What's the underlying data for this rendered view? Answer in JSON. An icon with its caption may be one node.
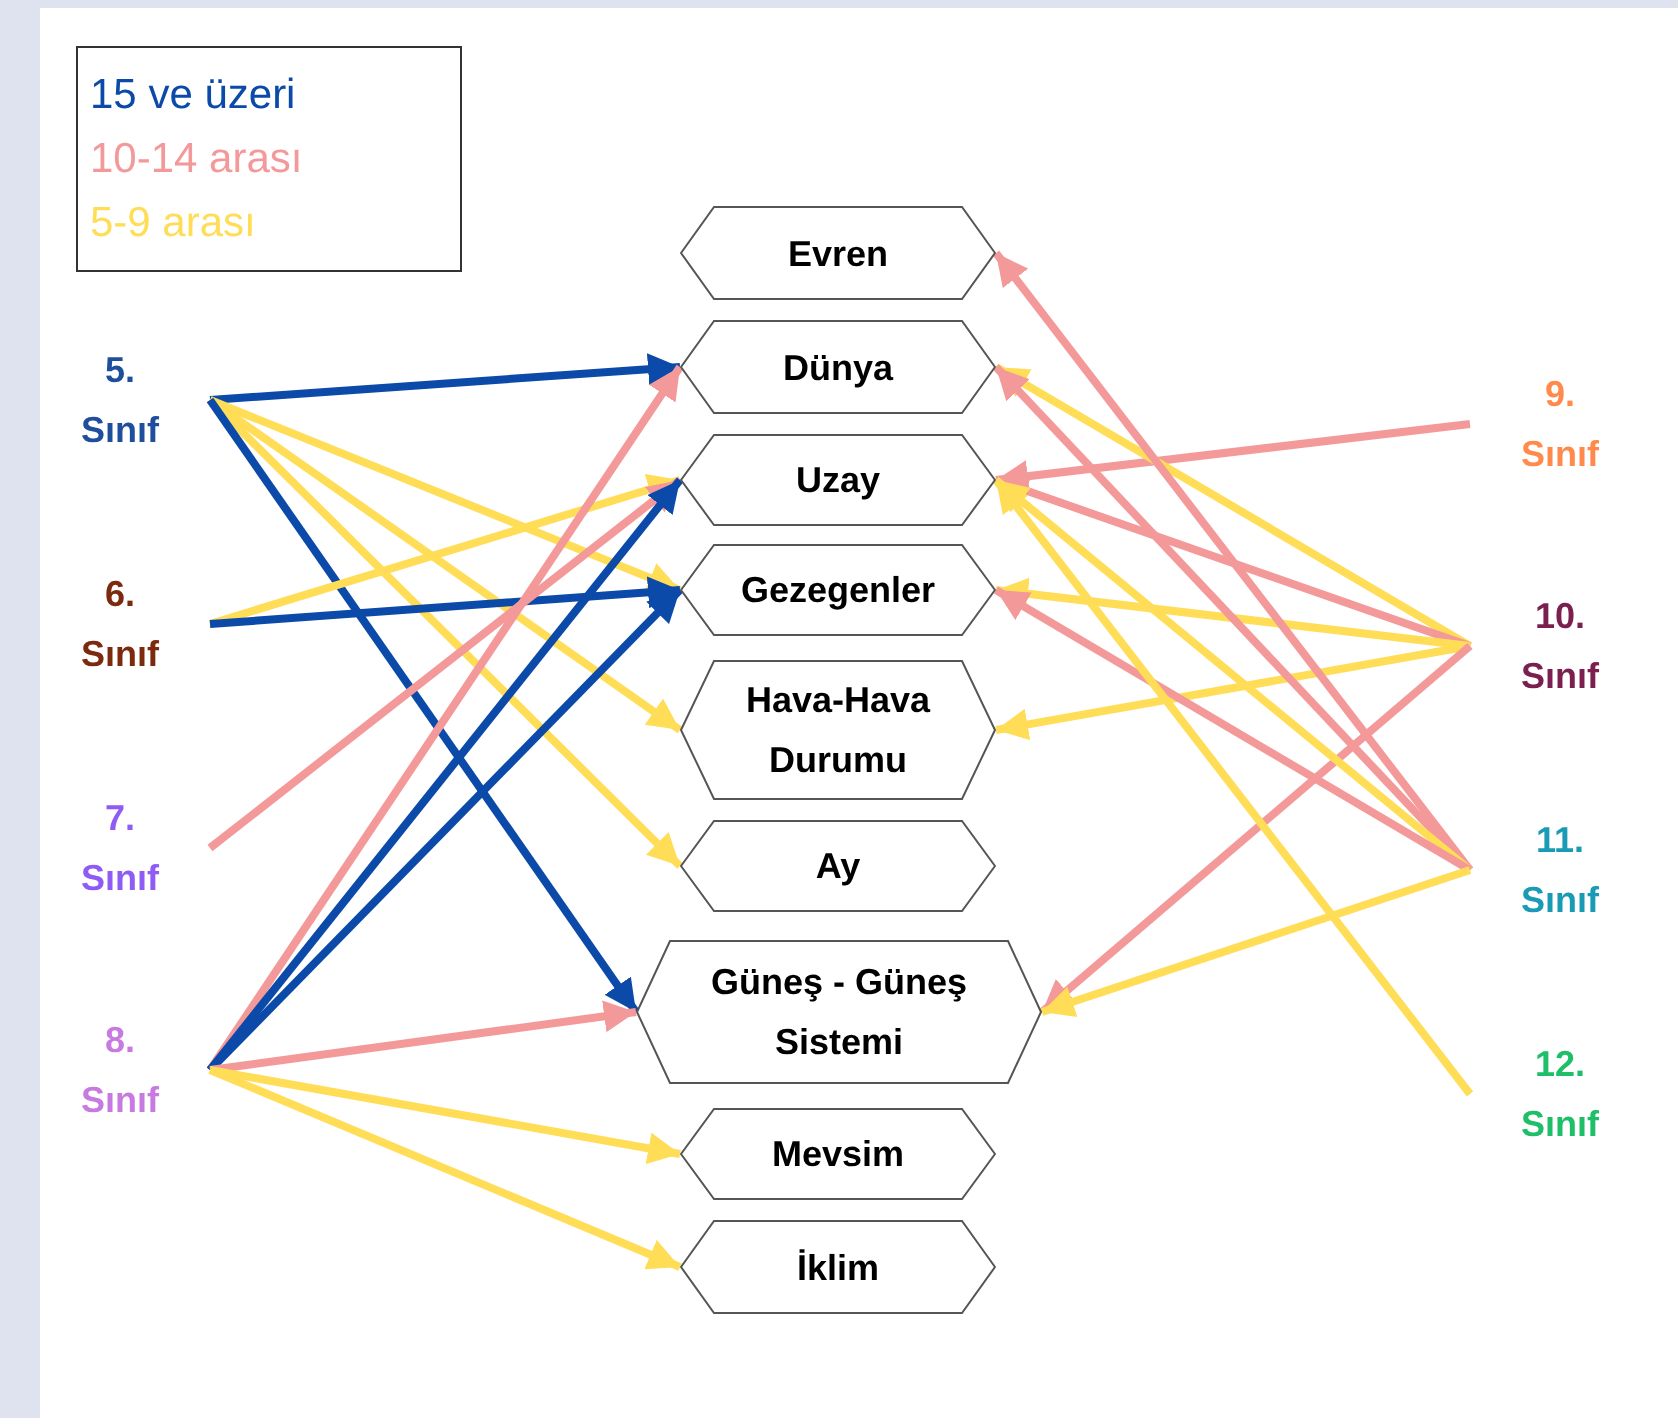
{
  "diagram": {
    "nodes": [
      {
        "text": [
          "Evren"
        ]
      },
      {
        "text": [
          "Dünya"
        ]
      },
      {
        "text": [
          "Uzay"
        ]
      },
      {
        "text": [
          "Gezegenler"
        ]
      },
      {
        "text": [
          "Hava-Hava Durumu"
        ]
      },
      {
        "text": [
          "Ay"
        ]
      },
      {
        "text": [
          "Güneş - Güneş Sistemi"
        ]
      },
      {
        "text": [
          "Mevsim"
        ]
      },
      {
        "text": [
          "İklim"
        ]
      },
      {
        "text": [
          "5. Sınıf"
        ]
      },
      {
        "text": [
          "6. Sınıf"
        ]
      },
      {
        "text": [
          "7. Sınıf"
        ]
      },
      {
        "text": [
          "8. Sınıf"
        ]
      },
      {
        "text": [
          "9. Sınıf"
        ]
      },
      {
        "text": [
          "10. Sınıf"
        ]
      },
      {
        "text": [
          "11. Sınıf"
        ]
      },
      {
        "text": [
          "12. Sınıf"
        ]
      }
    ],
    "edges": [
      {
        "from": 9,
        "to": 1,
        "arrow": "to",
        "color": "#0b4aa8"
      },
      {
        "from": 9,
        "to": 3,
        "arrow": "to",
        "color": "#ffdd57"
      },
      {
        "from": 9,
        "to": 4,
        "arrow": "to",
        "color": "#ffdd57"
      },
      {
        "from": 9,
        "to": 5,
        "arrow": "to",
        "color": "#ffdd57"
      },
      {
        "from": 9,
        "to": 6,
        "arrow": "to",
        "color": "#0b4aa8"
      },
      {
        "from": 10,
        "to": 2,
        "arrow": "to",
        "color": "#ffdd57"
      },
      {
        "from": 10,
        "to": 3,
        "arrow": "to",
        "color": "#0b4aa8"
      },
      {
        "from": 11,
        "to": 2,
        "arrow": "to",
        "color": "#f4999a"
      },
      {
        "from": 12,
        "to": 1,
        "arrow": "to",
        "color": "#f4999a"
      },
      {
        "from": 12,
        "to": 2,
        "arrow": "to",
        "color": "#0b4aa8"
      },
      {
        "from": 12,
        "to": 3,
        "arrow": "to",
        "color": "#0b4aa8"
      },
      {
        "from": 12,
        "to": 6,
        "arrow": "to",
        "color": "#f4999a"
      },
      {
        "from": 12,
        "to": 7,
        "arrow": "to",
        "color": "#ffdd57"
      },
      {
        "from": 12,
        "to": 8,
        "arrow": "to",
        "color": "#ffdd57"
      },
      {
        "from": 13,
        "to": 2,
        "arrow": "to",
        "color": "#f4999a"
      },
      {
        "from": 14,
        "to": 1,
        "arrow": "to",
        "color": "#ffdd57"
      },
      {
        "from": 14,
        "to": 2,
        "arrow": "to",
        "color": "#f4999a"
      },
      {
        "from": 14,
        "to": 3,
        "arrow": "to",
        "color": "#ffdd57"
      },
      {
        "from": 14,
        "to": 4,
        "arrow": "to",
        "color": "#ffdd57"
      },
      {
        "from": 14,
        "to": 6,
        "arrow": "to",
        "color": "#f4999a"
      },
      {
        "from": 15,
        "to": 0,
        "arrow": "to",
        "color": "#f4999a"
      },
      {
        "from": 15,
        "to": 1,
        "arrow": "to",
        "color": "#f4999a"
      },
      {
        "from": 15,
        "to": 2,
        "arrow": "to",
        "color": "#ffdd57"
      },
      {
        "from": 15,
        "to": 3,
        "arrow": "to",
        "color": "#f4999a"
      },
      {
        "from": 15,
        "to": 6,
        "arrow": "to",
        "color": "#ffdd57"
      },
      {
        "from": 16,
        "to": 2,
        "arrow": "to",
        "color": "#ffdd57"
      }
    ],
    "legend": [
      {
        "text": "15 ve üzeri",
        "color": "#0b4aa8"
      },
      {
        "text": "10-14 arası",
        "color": "#f4999a"
      },
      {
        "text": "5-9 arası",
        "color": "#ffdd57"
      }
    ]
  }
}
